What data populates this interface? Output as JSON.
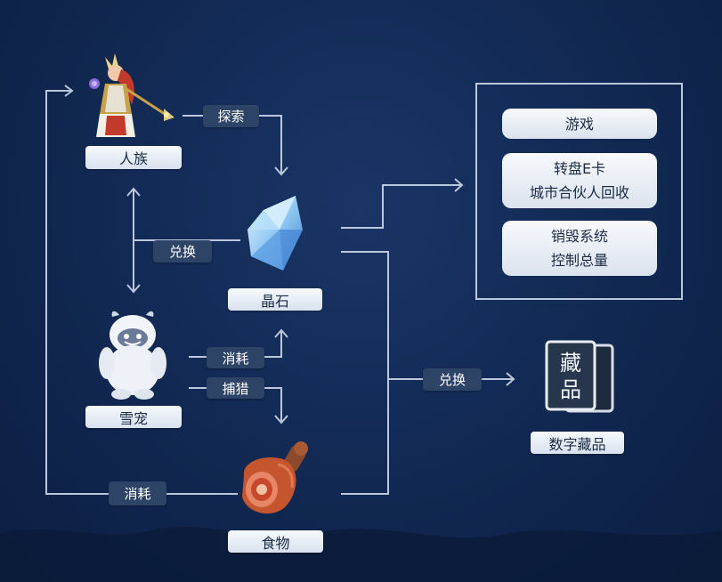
{
  "nodes": {
    "human": "人族",
    "crystal": "晶石",
    "yeti": "雪宠",
    "food": "食物",
    "collectible": "数字藏品"
  },
  "edges": {
    "explore": "探索",
    "exchange_left": "兑换",
    "consume_top": "消耗",
    "hunt": "捕猎",
    "consume_bottom": "消耗",
    "exchange_right": "兑换"
  },
  "uses": {
    "game": "游戏",
    "wheel_line1": "转盘E卡",
    "wheel_line2": "城市合伙人回收",
    "destroy_line1": "销毁系统",
    "destroy_line2": "控制总量"
  },
  "card_glyphs": {
    "top": "藏",
    "bottom": "品"
  },
  "colors": {
    "background": "#122a55",
    "line": "#b9c8dc",
    "tag": "#2e4467"
  }
}
